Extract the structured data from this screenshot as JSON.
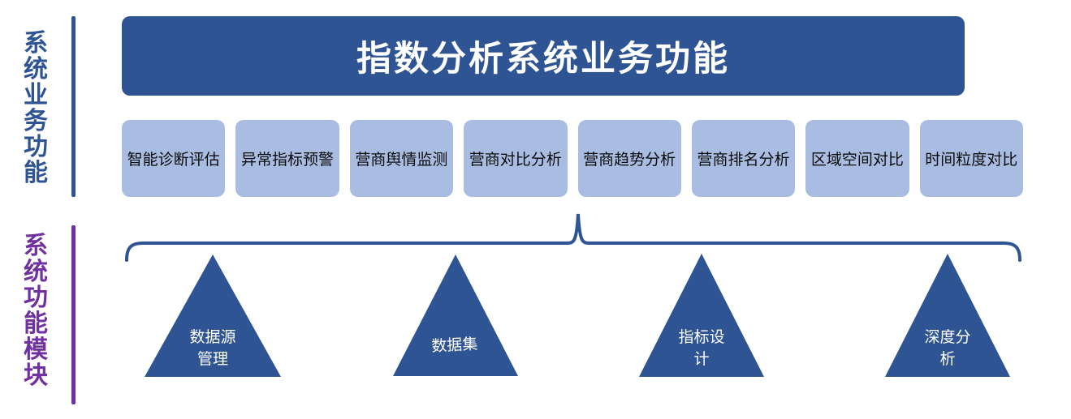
{
  "sidebar": {
    "business_label": "系统业务功能",
    "modules_label": "系统功能模块"
  },
  "header": {
    "title": "指数分析系统业务功能"
  },
  "function_boxes": [
    "智能诊断评估",
    "异常指标预警",
    "营商舆情监测",
    "营商对比分析",
    "营商趋势分析",
    "营商排名分析",
    "区域空间对比",
    "时间粒度对比"
  ],
  "modules": [
    {
      "line1": "数据源",
      "line2": "管理"
    },
    {
      "line1": "数据集",
      "line2": ""
    },
    {
      "line1": "指标设",
      "line2": "计"
    },
    {
      "line1": "深度分",
      "line2": "析"
    }
  ],
  "colors": {
    "primary_blue": "#2F5493",
    "light_blue": "#A9BCE2",
    "purple": "#7030A0",
    "box_text": "#0B0B0B",
    "title_text": "#FFFFFF"
  }
}
